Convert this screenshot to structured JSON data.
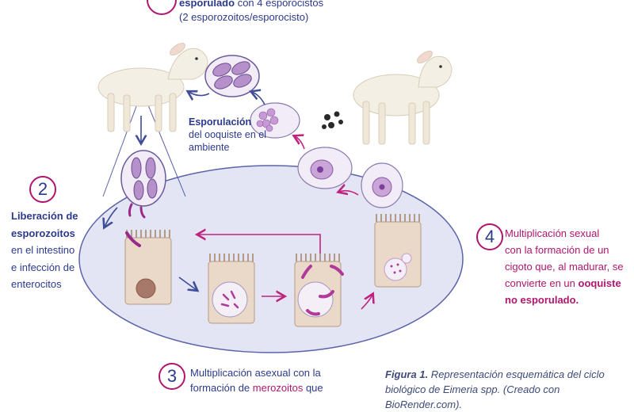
{
  "step1": {
    "line1_bold": "esporulado",
    "line1_rest": " con 4 esporocistos",
    "line2": "(2 esporozoitos/esporocisto)"
  },
  "sporulation": {
    "bold": "Esporulación",
    "line2": "del ooquiste en el",
    "line3": "ambiente"
  },
  "step2": {
    "number": "2",
    "bold1": "Liberación de",
    "bold2": "esporozoitos",
    "line3": "en el intestino",
    "line4": "e infección de",
    "line5": "enterocitos"
  },
  "step3": {
    "number": "3",
    "line1": "Multiplicación asexual con la",
    "line2_pre": "formación de ",
    "line2_mag": "merozoitos",
    "line2_post": " que"
  },
  "step4": {
    "number": "4",
    "line1": "Multiplicación sexual",
    "line2": "con la formación de un",
    "line3": "cigoto que, al madurar, se",
    "line4_pre": "convierte en un ",
    "line4_bold": "ooquiste",
    "line5": "no esporulado."
  },
  "caption": {
    "label": "Figura 1.",
    "line1_rest": " Representación esquemática del ciclo",
    "line2": "biológico de Eimeria spp. (Creado con BioRender.com)."
  },
  "colors": {
    "navy": "#2c3a8c",
    "magenta": "#b0166e",
    "intestine_fill": "#e3e5f5",
    "cell_fill": "#ead9c8",
    "oocyst_fill": "#f2ecf7",
    "parasite": "#b03a9a"
  }
}
